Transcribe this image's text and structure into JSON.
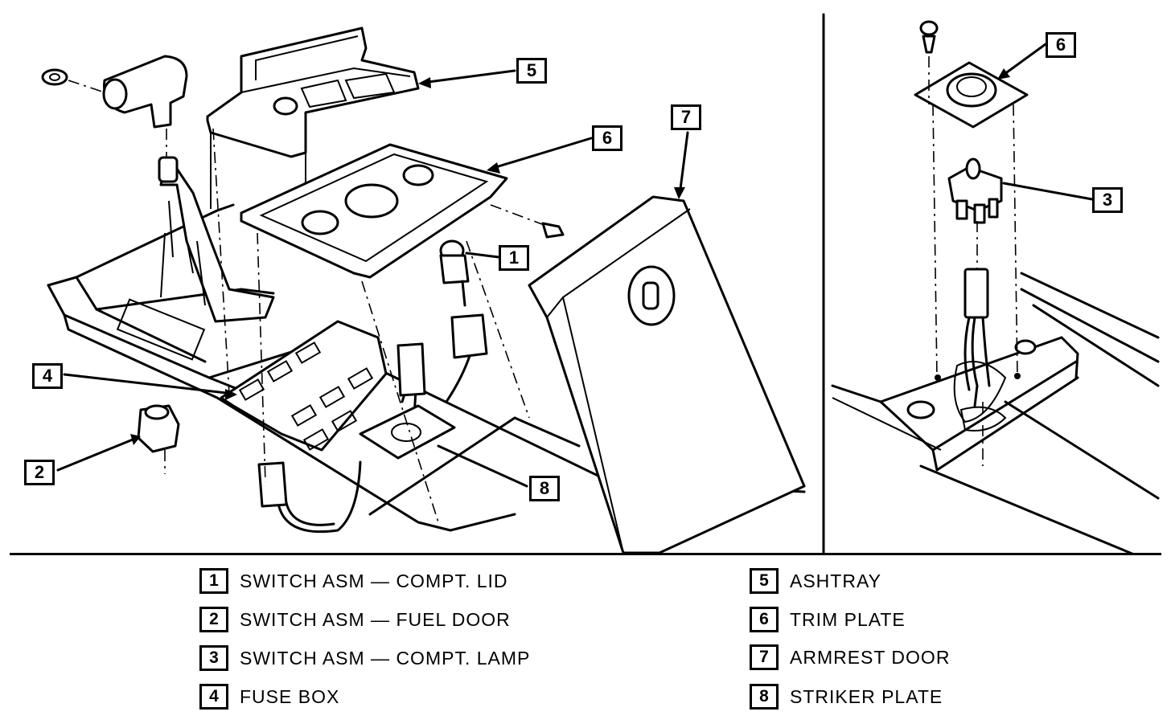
{
  "callouts": [
    {
      "id": "1",
      "label": "1"
    },
    {
      "id": "2",
      "label": "2"
    },
    {
      "id": "3",
      "label": "3"
    },
    {
      "id": "4",
      "label": "4"
    },
    {
      "id": "5",
      "label": "5"
    },
    {
      "id": "6a",
      "label": "6"
    },
    {
      "id": "6b",
      "label": "6"
    },
    {
      "id": "7",
      "label": "7"
    },
    {
      "id": "8",
      "label": "8"
    }
  ],
  "legend": [
    {
      "number": "1",
      "text": "SWITCH ASM — COMPT. LID"
    },
    {
      "number": "2",
      "text": "SWITCH ASM — FUEL DOOR"
    },
    {
      "number": "3",
      "text": "SWITCH ASM — COMPT. LAMP"
    },
    {
      "number": "4",
      "text": "FUSE BOX"
    },
    {
      "number": "5",
      "text": "ASHTRAY"
    },
    {
      "number": "6",
      "text": "TRIM PLATE"
    },
    {
      "number": "7",
      "text": "ARMREST DOOR"
    },
    {
      "number": "8",
      "text": "STRIKER PLATE"
    }
  ]
}
